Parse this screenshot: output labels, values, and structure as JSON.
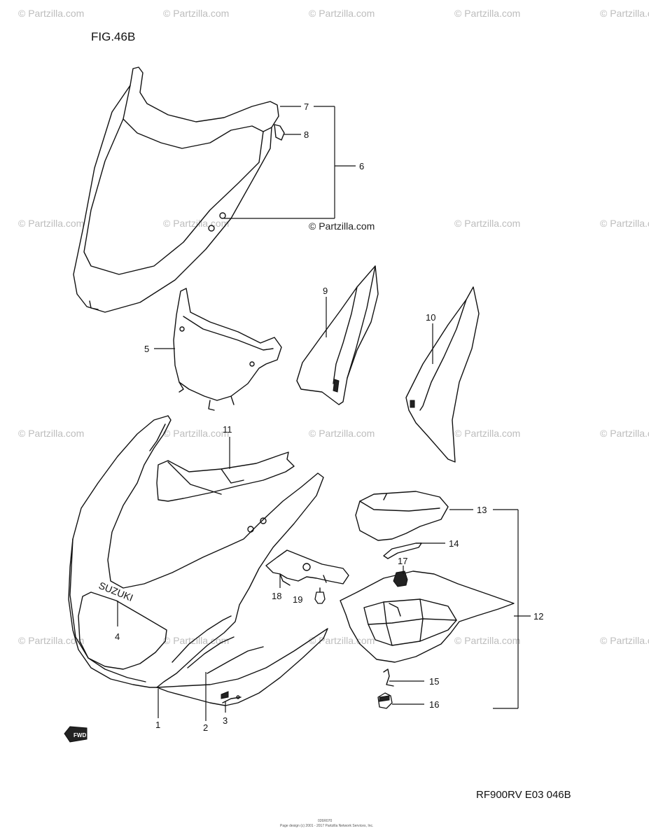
{
  "figure_title": "FIG.46B",
  "diagram_code": "RF900RV E03  046B",
  "copyright_center": "© Partzilla.com",
  "watermark_text": "© Partzilla.com",
  "brand_text": "SUZUKI",
  "arrow_text": "FWD",
  "footer_line1": "026R070",
  "footer_line2": "Page design (c) 2001 - 2017 Partzilla Network Services, Inc.",
  "callouts": {
    "c1": "1",
    "c2": "2",
    "c3": "3",
    "c4": "4",
    "c5": "5",
    "c6": "6",
    "c7": "7",
    "c8": "8",
    "c9": "9",
    "c10": "10",
    "c11": "11",
    "c12": "12",
    "c13": "13",
    "c14": "14",
    "c15": "15",
    "c16": "16",
    "c17": "17",
    "c18": "18",
    "c19": "19"
  },
  "colors": {
    "line": "#111111",
    "watermark": "#bdbdbd",
    "background": "#ffffff"
  }
}
